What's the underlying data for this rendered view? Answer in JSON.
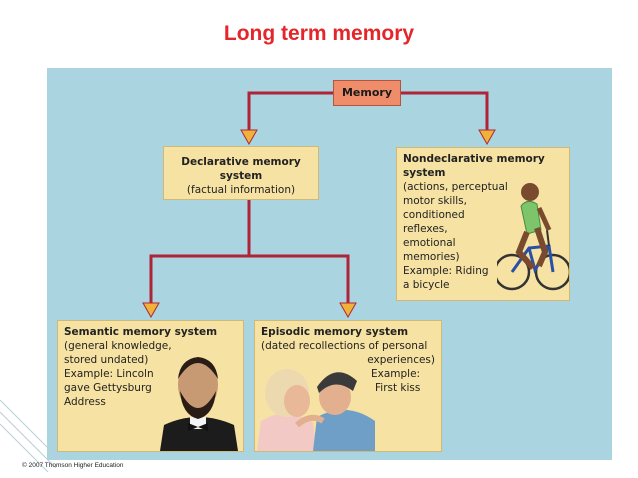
{
  "title": "Long term memory",
  "nodes": {
    "memory": "Memory",
    "declarative": {
      "heading": "Declarative memory system",
      "sub": "(factual information)"
    },
    "nondeclarative": {
      "heading": "Nondeclarative memory system",
      "lines": [
        "(actions, perceptual",
        "motor skills,",
        "conditioned",
        "reflexes,",
        "emotional",
        "memories)",
        "Example: Riding",
        "a bicycle"
      ]
    },
    "semantic": {
      "heading": "Semantic memory system",
      "lines": [
        "(general knowledge,",
        "stored undated)",
        "Example: Lincoln",
        "gave Gettysburg",
        "Address"
      ]
    },
    "episodic": {
      "heading": "Episodic memory system",
      "lines": [
        "(dated recollections of personal",
        "experiences)",
        "Example:",
        "First kiss"
      ]
    }
  },
  "copyright": "© 2007 Thomson Higher Education",
  "colors": {
    "title": "#e4262a",
    "panel": "#a9d4e0",
    "box": "#f6e2a2",
    "memory_box": "#ef8d6a",
    "arrow": "#b0243a",
    "arrow_head": "#f0b33a"
  }
}
